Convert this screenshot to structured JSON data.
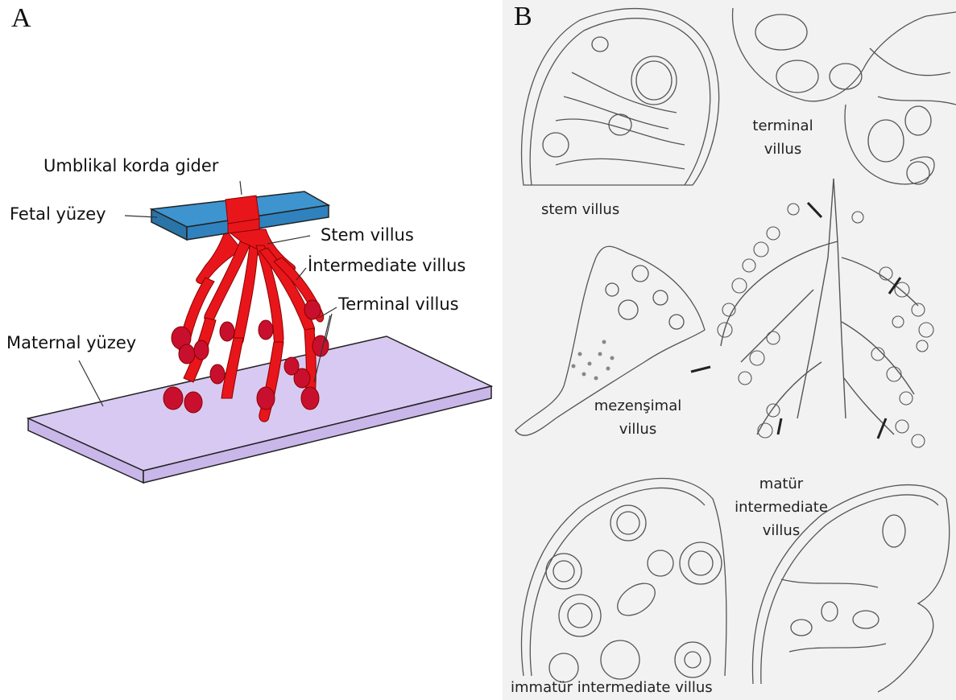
{
  "panel_a": {
    "letter": "A",
    "labels": {
      "umbilical": "Umblikal korda gider",
      "fetal_surface": "Fetal yüzey",
      "stem": "Stem villus",
      "intermediate": "İntermediate villus",
      "terminal": "Terminal villus",
      "maternal_surface": "Maternal yüzey"
    },
    "colors": {
      "fetal_plate": "#2f82bd",
      "villus_tree": "#e8161b",
      "maternal_plate": "#d8c9f2",
      "outline": "#222222"
    }
  },
  "panel_b": {
    "letter": "B",
    "labels": {
      "terminal_line1": "terminal",
      "terminal_line2": "villus",
      "stem": "stem villus",
      "mesenchymal_line1": "mezenşimal",
      "mesenchymal_line2": "villus",
      "mature_line1": "matür",
      "mature_line2": "intermediate",
      "mature_line3": "villus",
      "immature": "immatür intermediate villus"
    },
    "colors": {
      "background": "#f1f1f1",
      "ink": "#555555"
    }
  }
}
